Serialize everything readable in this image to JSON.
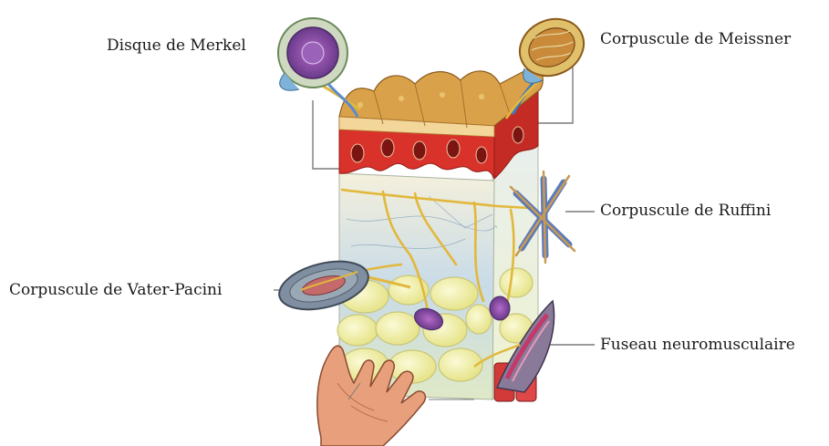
{
  "labels": {
    "merkel": "Disque de Merkel",
    "meissner": "Corpuscule de Meissner",
    "ruffini": "Corpuscule de Ruffini",
    "pacini": "Corpuscule de Vater-Pacini",
    "fuseau": "Fuseau neuromusculaire"
  },
  "colors": {
    "epidermis": "#d9a24a",
    "dermis_red": "#d8322a",
    "dermis_blue": "#c9dbe6",
    "hypodermis": "#f2f0b0",
    "nerve": "#e8c24a",
    "leader_line": "#7a7a7a"
  }
}
